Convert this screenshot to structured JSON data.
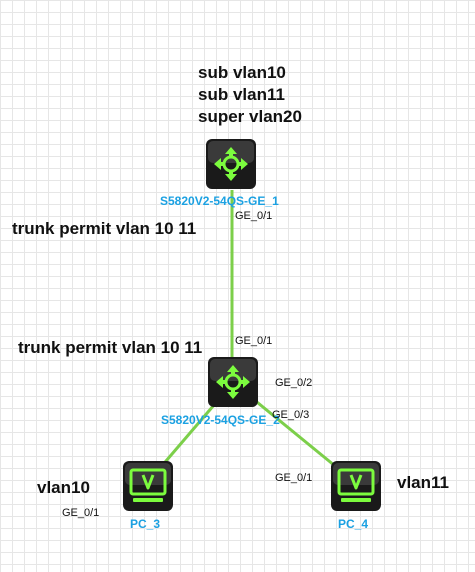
{
  "annotations": {
    "top_sub_vlan10": "sub vlan10",
    "top_sub_vlan11": "sub vlan11",
    "top_super_vlan20": "super vlan20",
    "trunk_upper": "trunk permit vlan 10 11",
    "trunk_lower": "trunk permit vlan 10 11",
    "pc3_vlan": "vlan10",
    "pc4_vlan": "vlan11"
  },
  "devices": {
    "switch1": {
      "name": "S5820V2-54QS-GE_1",
      "icon": "switch-router-icon"
    },
    "switch2": {
      "name": "S5820V2-54QS-GE_2",
      "icon": "switch-router-icon"
    },
    "pc3": {
      "name": "PC_3",
      "icon": "pc-monitor-icon"
    },
    "pc4": {
      "name": "PC_4",
      "icon": "pc-monitor-icon"
    }
  },
  "ports": {
    "sw1_down": "GE_0/1",
    "sw2_up": "GE_0/1",
    "sw2_pc3": "GE_0/2",
    "sw2_pc4": "GE_0/3",
    "pc3_port": "GE_0/1",
    "pc4_port": "GE_0/1"
  },
  "colors": {
    "link": "#7ccf4a",
    "device_label": "#1ba1e2",
    "icon_green": "#7cfc3e",
    "icon_body": "#1a1a1a"
  }
}
